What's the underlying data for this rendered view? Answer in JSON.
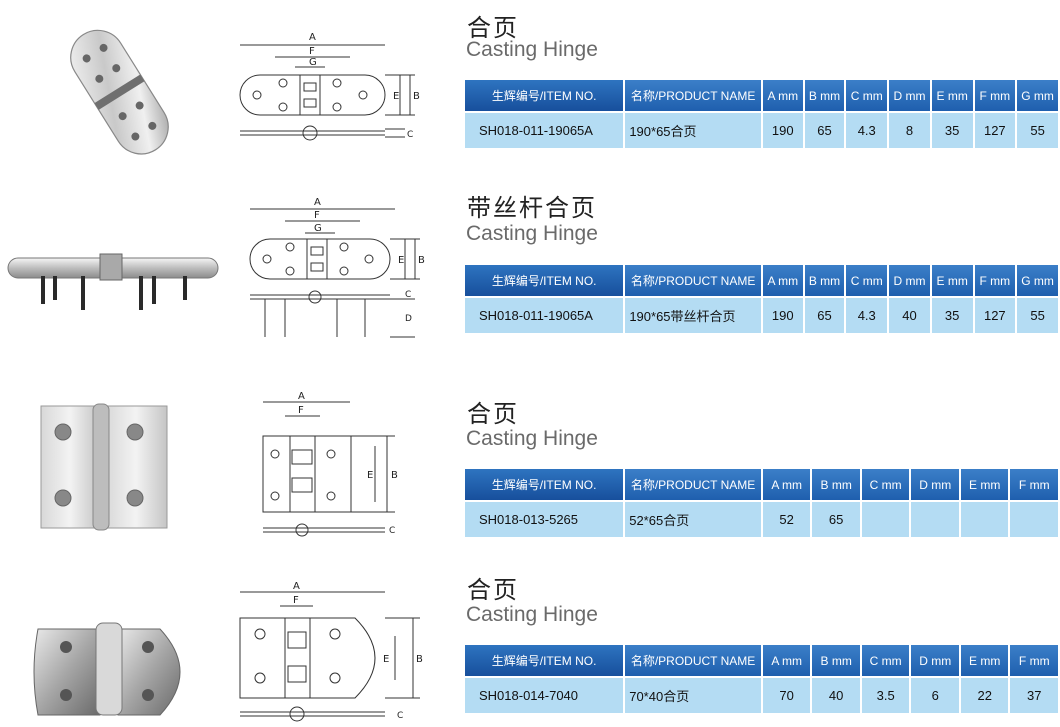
{
  "products": [
    {
      "title_cn": "合页",
      "title_en": "Casting Hinge",
      "headers": [
        "生辉编号/ITEM NO.",
        "名称/PRODUCT NAME",
        "A mm",
        "B mm",
        "C mm",
        "D mm",
        "E mm",
        "F mm",
        "G mm"
      ],
      "row": [
        "SH018-011-19065A",
        "190*65合页",
        "190",
        "65",
        "4.3",
        "8",
        "35",
        "127",
        "55"
      ]
    },
    {
      "title_cn": "带丝杆合页",
      "title_en": "Casting Hinge",
      "headers": [
        "生辉编号/ITEM NO.",
        "名称/PRODUCT NAME",
        "A mm",
        "B mm",
        "C mm",
        "D mm",
        "E mm",
        "F mm",
        "G mm"
      ],
      "row": [
        "SH018-011-19065A",
        "190*65带丝杆合页",
        "190",
        "65",
        "4.3",
        "40",
        "35",
        "127",
        "55"
      ]
    },
    {
      "title_cn": "合页",
      "title_en": "Casting Hinge",
      "headers": [
        "生辉编号/ITEM NO.",
        "名称/PRODUCT NAME",
        "A mm",
        "B mm",
        "C mm",
        "D mm",
        "E mm",
        "F mm"
      ],
      "row": [
        "SH018-013-5265",
        "52*65合页",
        "52",
        "65",
        "",
        "",
        "",
        ""
      ]
    },
    {
      "title_cn": "合页",
      "title_en": "Casting Hinge",
      "headers": [
        "生辉编号/ITEM NO.",
        "名称/PRODUCT NAME",
        "A mm",
        "B mm",
        "C mm",
        "D mm",
        "E mm",
        "F mm"
      ],
      "row": [
        "SH018-014-7040",
        "70*40合页",
        "70",
        "40",
        "3.5",
        "6",
        "22",
        "37"
      ]
    }
  ],
  "dim_letters": {
    "a": "A",
    "b": "B",
    "c": "C",
    "d": "D",
    "e": "E",
    "f": "F",
    "g": "G"
  }
}
